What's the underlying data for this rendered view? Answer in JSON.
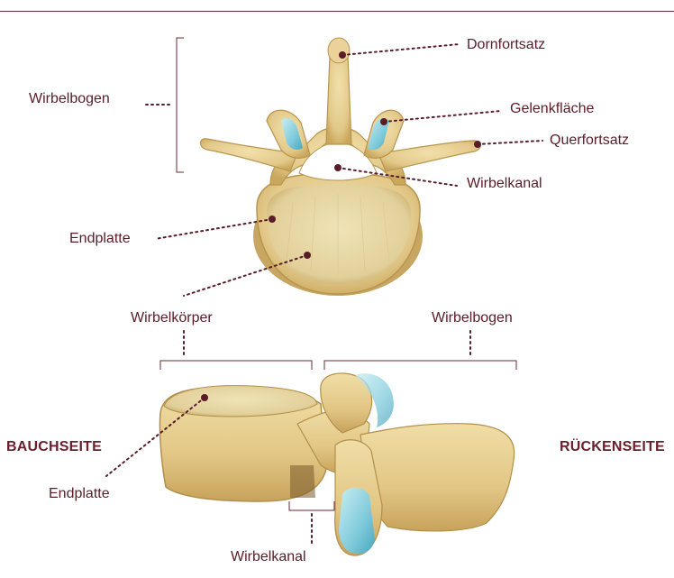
{
  "labels": {
    "dornfortsatz": "Dornfortsatz",
    "gelenkflaeche": "Gelenkfläche",
    "querfortsatz": "Querfortsatz",
    "wirbelbogen_top": "Wirbelbogen",
    "wirbelkanal_top": "Wirbelkanal",
    "endplatte_top": "Endplatte",
    "wirbelkoerper": "Wirbelkörper",
    "wirbelbogen_side": "Wirbelbogen",
    "bauchseite": "BAUCHSEITE",
    "rueckenseite": "RÜCKENSEITE",
    "endplatte_side": "Endplatte",
    "wirbelkanal_side": "Wirbelkanal"
  },
  "colors": {
    "label_text": "#5a1d28",
    "leader_dots": "#5a1d28",
    "bone": "#e6cf93",
    "bone_shadow": "#c9ab62",
    "cartilage": "#8fd3df",
    "disc_fill": "#e9dcae"
  }
}
